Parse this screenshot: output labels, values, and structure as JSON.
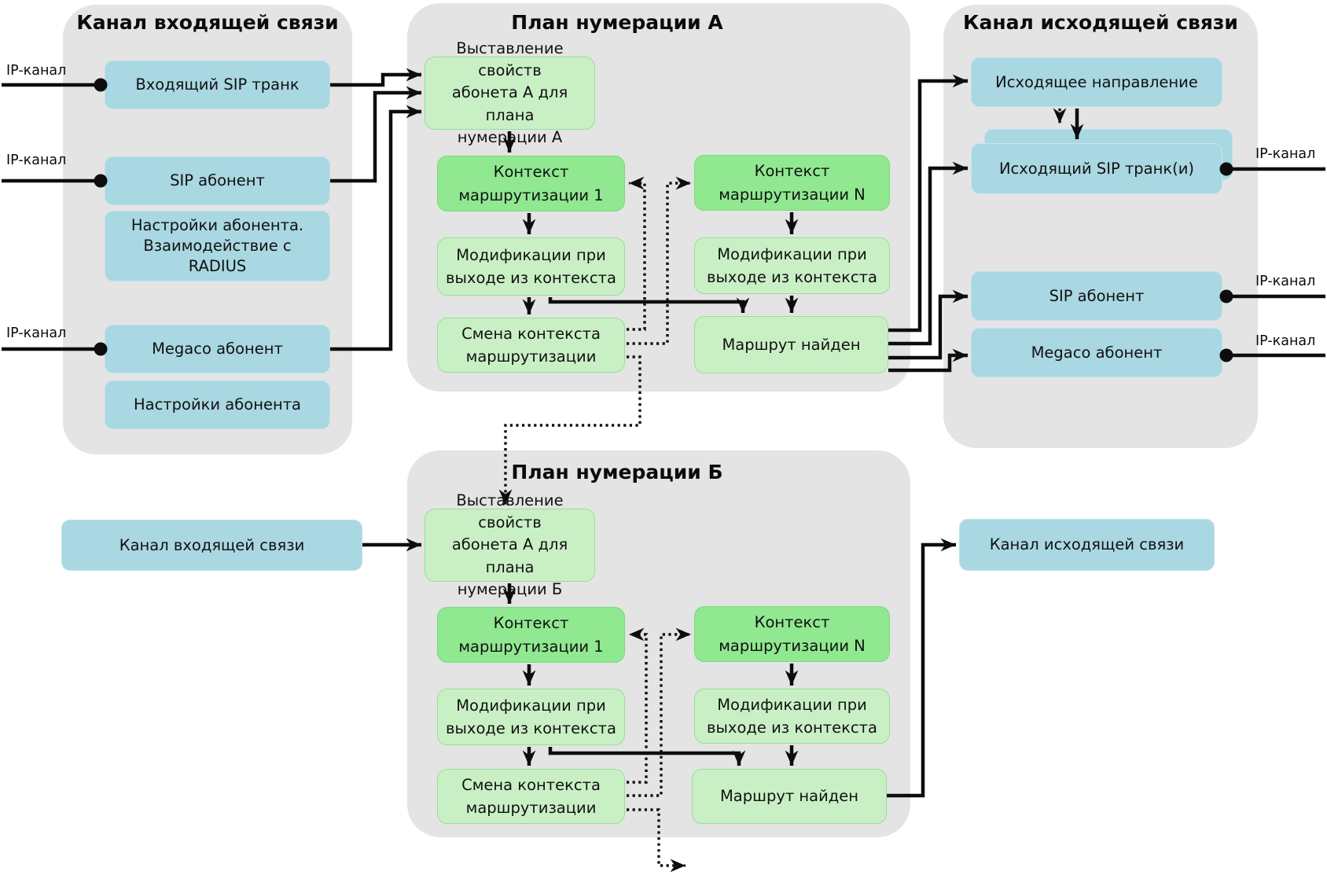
{
  "colors": {
    "container": "#e4e4e4",
    "blue": "#a9d7e2",
    "green_light": "#c9f0c5",
    "green": "#90e890",
    "line": "#0d0d0d"
  },
  "labels": {
    "ip": "IP-канал"
  },
  "incoming": {
    "title": "Канал входящей связи",
    "sip_trunk": "Входящий SIP транк",
    "sip_subscriber": "SIP абонент",
    "subscriber_settings_radius": "Настройки абонента.\nВзаимодействие с\nRADIUS",
    "megaco": "Megaco абонент",
    "subscriber_settings": "Настройки абонента"
  },
  "plan_a": {
    "title": "План нумерации А",
    "setup": "Выставление свойств\nабонета А для плана\nнумерации А",
    "ctx1": "Контекст\nмаршрутизации 1",
    "ctxN": "Контекст\nмаршрутизации N",
    "mod1": "Модификации при\nвыходе из контекста",
    "modN": "Модификации при\nвыходе из контекста",
    "change": "Смена контекста\nмаршрутизации",
    "found": "Маршрут найден"
  },
  "plan_b": {
    "title": "План нумерации Б",
    "setup": "Выставление свойств\nабонета А для плана\nнумерации Б",
    "ctx1": "Контекст\nмаршрутизации 1",
    "ctxN": "Контекст\nмаршрутизации N",
    "mod1": "Модификации при\nвыходе из контекста",
    "modN": "Модификации при\nвыходе из контекста",
    "change": "Смена контекста\nмаршрутизации",
    "found": "Маршрут найден"
  },
  "outgoing": {
    "title": "Канал исходящей связи",
    "direction": "Исходящее направление",
    "sip_trunks": "Исходящий SIP транк(и)",
    "sip_subscriber": "SIP абонент",
    "megaco": "Megaco абонент"
  },
  "external": {
    "incoming": "Канал входящей связи",
    "outgoing": "Канал исходящей связи"
  }
}
